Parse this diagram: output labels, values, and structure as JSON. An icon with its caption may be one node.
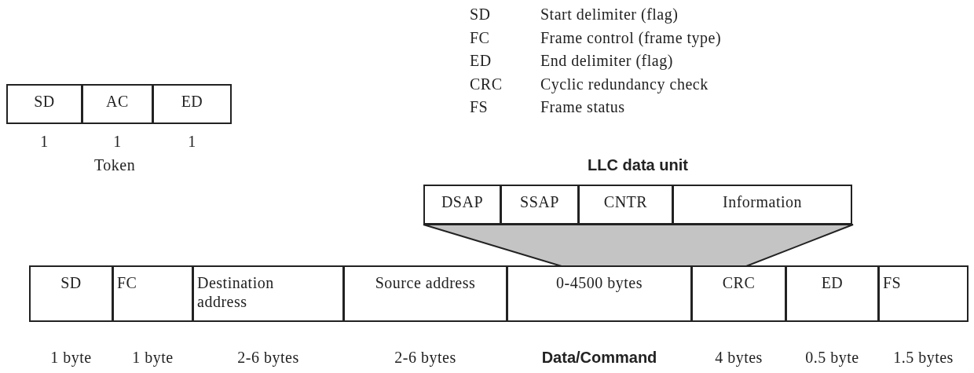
{
  "diagram": {
    "nodes": [
      {
        "text": [
          "SD"
        ],
        "beside": [
          "1"
        ]
      },
      {
        "text": [
          "AC"
        ],
        "beside": [
          "1"
        ]
      },
      {
        "text": [
          "ED"
        ],
        "beside": [
          "1"
        ]
      },
      {
        "text": [
          "LLC data unit"
        ]
      },
      {
        "text": [
          "DSAP"
        ],
        "in": 3
      },
      {
        "text": [
          "SSAP"
        ],
        "in": 3
      },
      {
        "text": [
          "CNTR"
        ],
        "in": 3
      },
      {
        "text": [
          "Information"
        ],
        "in": 3
      },
      {
        "text": [],
        "shape": "trapezoid"
      },
      {
        "text": [
          "SD"
        ],
        "beside": [
          "1 byte"
        ]
      },
      {
        "text": [
          "FC"
        ],
        "beside": [
          "1 byte"
        ]
      },
      {
        "text": [
          "Destination address"
        ],
        "beside": [
          "2-6 bytes"
        ]
      },
      {
        "text": [
          "Source address"
        ],
        "beside": [
          "2-6 bytes"
        ]
      },
      {
        "text": [
          "0-4500 bytes"
        ],
        "beside": [
          "Data/Command"
        ]
      },
      {
        "text": [
          "CRC"
        ],
        "beside": [
          "4 bytes"
        ]
      },
      {
        "text": [
          "ED"
        ],
        "beside": [
          "0.5 byte"
        ]
      },
      {
        "text": [
          "FS"
        ],
        "beside": [
          "1.5 bytes"
        ]
      }
    ],
    "labels": [
      "SD",
      "Start delimiter (flag)",
      "FC",
      "Frame control (frame type)",
      "ED",
      "End delimiter (flag)",
      "CRC",
      "Cyclic redundancy check",
      "FS",
      "Frame status",
      "Token"
    ]
  }
}
